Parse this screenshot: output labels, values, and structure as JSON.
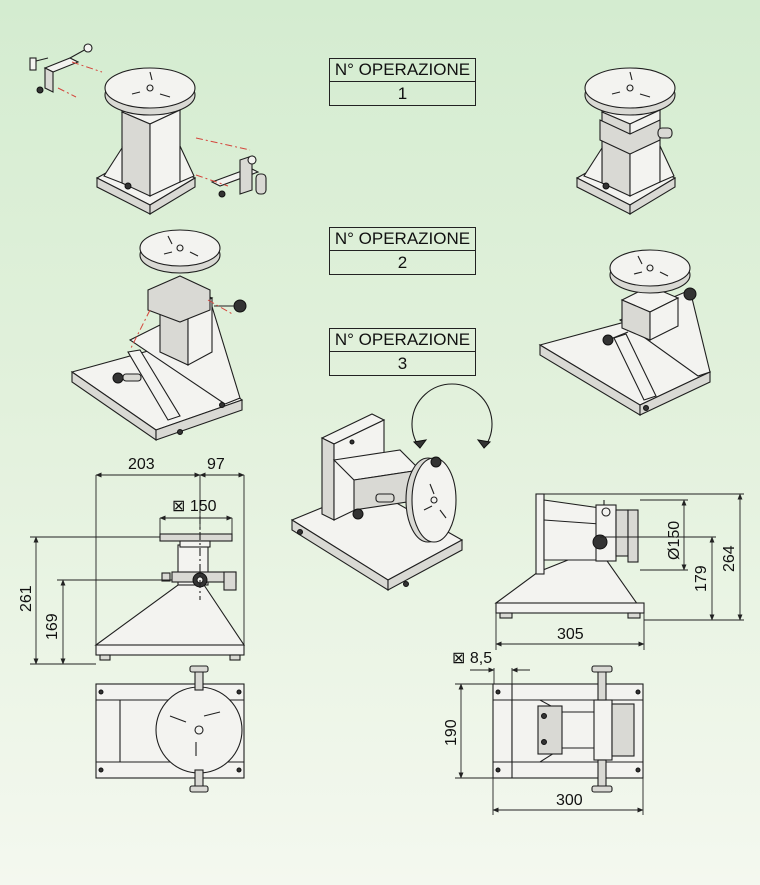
{
  "operations": [
    {
      "label": "N° OPERAZIONE",
      "number": "1"
    },
    {
      "label": "N° OPERAZIONE",
      "number": "2"
    },
    {
      "label": "N° OPERAZIONE",
      "number": "3"
    }
  ],
  "dimensions": {
    "front_width_left": "203",
    "front_width_right": "97",
    "front_plate": "⊠ 150",
    "front_height_total": "261",
    "front_height_plate": "169",
    "side_diameter": "Ø150",
    "side_height_mid": "179",
    "side_height_total": "264",
    "side_length": "305",
    "top_thickness": "⊠ 8,5",
    "top_width": "190",
    "top_length": "300"
  },
  "colors": {
    "background_top": "#d4ecd0",
    "background_bottom": "#f4f8ef",
    "dimension_red": "#d4463c"
  }
}
